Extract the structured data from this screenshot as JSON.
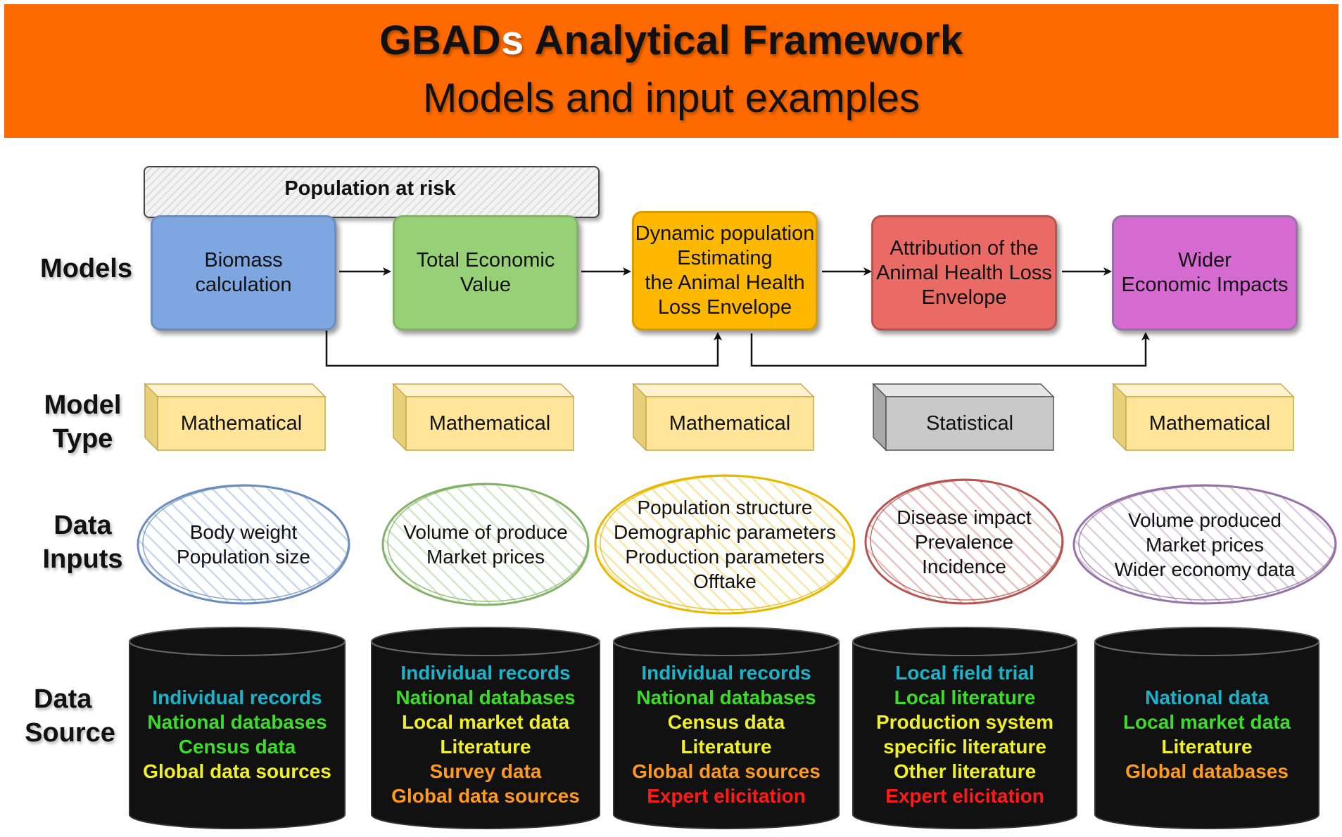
{
  "header": {
    "title_part1": "GBAD",
    "title_s": "s",
    "title_part2": " Analytical Framework",
    "subtitle": "Models and input examples"
  },
  "row_labels": {
    "models": "Models",
    "model_type_1": "Model",
    "model_type_2": "Type",
    "data_inputs_1": "Data",
    "data_inputs_2": "Inputs",
    "data_source_1": "Data",
    "data_source_2": "Source"
  },
  "population_at_risk": "Population at risk",
  "models": [
    {
      "lines": [
        "Biomass",
        "calculation"
      ],
      "fill": "#7ea6e0",
      "border": "#6c8ebf"
    },
    {
      "lines": [
        "Total Economic",
        "Value"
      ],
      "fill": "#97d077",
      "border": "#82b366"
    },
    {
      "lines": [
        "Dynamic population",
        "Estimating",
        "the Animal Health",
        "Loss Envelope"
      ],
      "fill": "#ffb800",
      "border": "#d79b00"
    },
    {
      "lines": [
        "Attribution of the",
        "Animal Health Loss",
        "Envelope"
      ],
      "fill": "#ea6b66",
      "border": "#b85450"
    },
    {
      "lines": [
        "Wider",
        "Economic Impacts"
      ],
      "fill": "#d56ad1",
      "border": "#9673a6"
    }
  ],
  "model_types": [
    {
      "label": "Mathematical",
      "color": "#ffe599"
    },
    {
      "label": "Mathematical",
      "color": "#ffe599"
    },
    {
      "label": "Mathematical",
      "color": "#ffe599"
    },
    {
      "label": "Statistical",
      "color": "#c9c9c9"
    },
    {
      "label": "Mathematical",
      "color": "#ffe599"
    }
  ],
  "data_inputs": [
    {
      "lines": [
        "Body weight",
        "Population size"
      ],
      "color": "#6c8ebf"
    },
    {
      "lines": [
        "Volume of produce",
        "Market prices"
      ],
      "color": "#82b366"
    },
    {
      "lines": [
        "Population structure",
        "Demographic parameters",
        "Production parameters",
        "Offtake"
      ],
      "color": "#e8b800"
    },
    {
      "lines": [
        "Disease impact",
        "Prevalence",
        "Incidence"
      ],
      "color": "#b85450"
    },
    {
      "lines": [
        "Volume produced",
        "Market prices",
        "Wider economy data"
      ],
      "color": "#9673a6"
    }
  ],
  "data_sources": [
    {
      "items": [
        {
          "text": "Individual records",
          "color": "#1ab3c9"
        },
        {
          "text": "National databases",
          "color": "#3ddc2a"
        },
        {
          "text": "Census data",
          "color": "#3ddc2a"
        },
        {
          "text": "Global data sources",
          "color": "#f0f024"
        }
      ]
    },
    {
      "items": [
        {
          "text": "Individual records",
          "color": "#1ab3c9"
        },
        {
          "text": "National databases",
          "color": "#3ddc2a"
        },
        {
          "text": "Local market data",
          "color": "#f0f024"
        },
        {
          "text": "Literature",
          "color": "#f0f024"
        },
        {
          "text": "Survey data",
          "color": "#ff9a1a"
        },
        {
          "text": "Global data sources",
          "color": "#ff9a1a"
        }
      ]
    },
    {
      "items": [
        {
          "text": "Individual records",
          "color": "#1ab3c9"
        },
        {
          "text": "National databases",
          "color": "#3ddc2a"
        },
        {
          "text": "Census data",
          "color": "#f0f024"
        },
        {
          "text": "Literature",
          "color": "#f0f024"
        },
        {
          "text": "Global data sources",
          "color": "#ff9a1a"
        },
        {
          "text": "Expert elicitation",
          "color": "#ff1a1a"
        }
      ]
    },
    {
      "items": [
        {
          "text": "Local field trial",
          "color": "#1ab3c9"
        },
        {
          "text": "Local literature",
          "color": "#3ddc2a"
        },
        {
          "text": "Production system",
          "color": "#f0f024"
        },
        {
          "text": "specific literature",
          "color": "#f0f024"
        },
        {
          "text": "Other literature",
          "color": "#f0f024"
        },
        {
          "text": "Expert elicitation",
          "color": "#ff1a1a"
        }
      ]
    },
    {
      "items": [
        {
          "text": "National data",
          "color": "#1ab3c9"
        },
        {
          "text": "Local market data",
          "color": "#3ddc2a"
        },
        {
          "text": "Literature",
          "color": "#f0f024"
        },
        {
          "text": "Global databases",
          "color": "#ff9a1a"
        }
      ]
    }
  ]
}
